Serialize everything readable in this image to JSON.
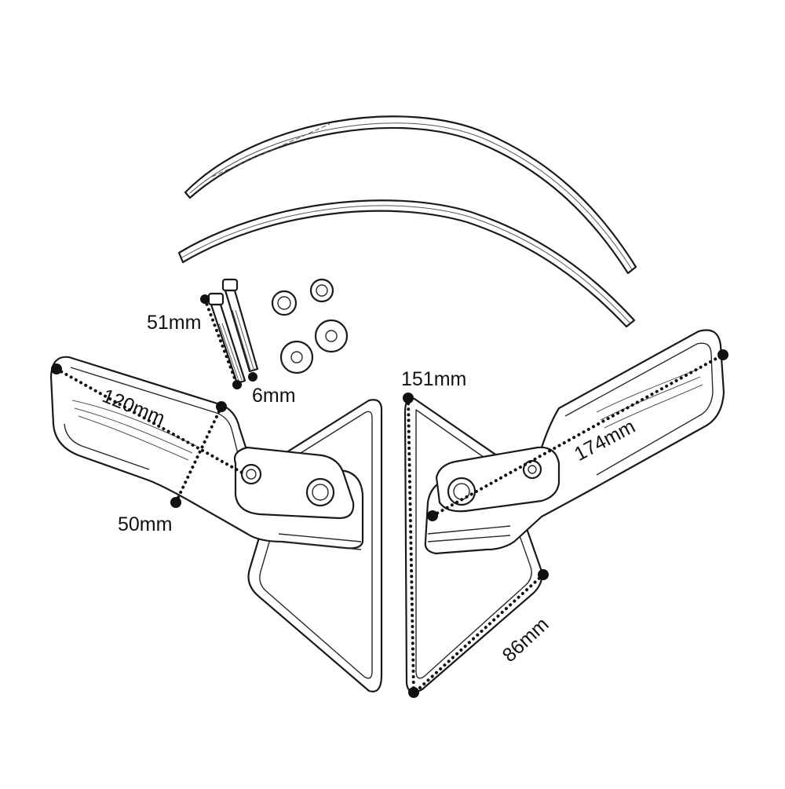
{
  "figure": {
    "dimensions": {
      "left_bracket_length": "120mm",
      "left_bracket_width": "50mm",
      "bolt_length": "51mm",
      "bolt_diameter": "6mm",
      "right_plate_height": "151mm",
      "right_bracket_length": "174mm",
      "right_plate_edge": "86mm"
    }
  }
}
